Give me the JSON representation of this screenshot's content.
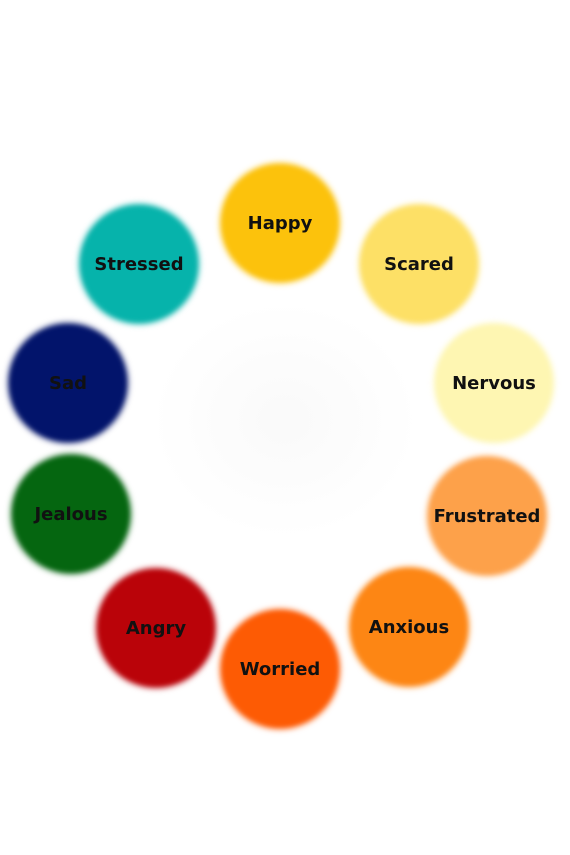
{
  "emotions": [
    {
      "key": "happy",
      "label": "Happy",
      "color": "#FCC20C"
    },
    {
      "key": "scared",
      "label": "Scared",
      "color": "#FDE066"
    },
    {
      "key": "nervous",
      "label": "Nervous",
      "color": "#FEF6B2"
    },
    {
      "key": "frustrated",
      "label": "Frustrated",
      "color": "#FDA14A"
    },
    {
      "key": "anxious",
      "label": "Anxious",
      "color": "#FD8614"
    },
    {
      "key": "worried",
      "label": "Worried",
      "color": "#FD5B04"
    },
    {
      "key": "angry",
      "label": "Angry",
      "color": "#BA0309"
    },
    {
      "key": "jealous",
      "label": "Jealous",
      "color": "#056610"
    },
    {
      "key": "sad",
      "label": "Sad",
      "color": "#02146B"
    },
    {
      "key": "stressed",
      "label": "Stressed",
      "color": "#06B3AB"
    }
  ]
}
